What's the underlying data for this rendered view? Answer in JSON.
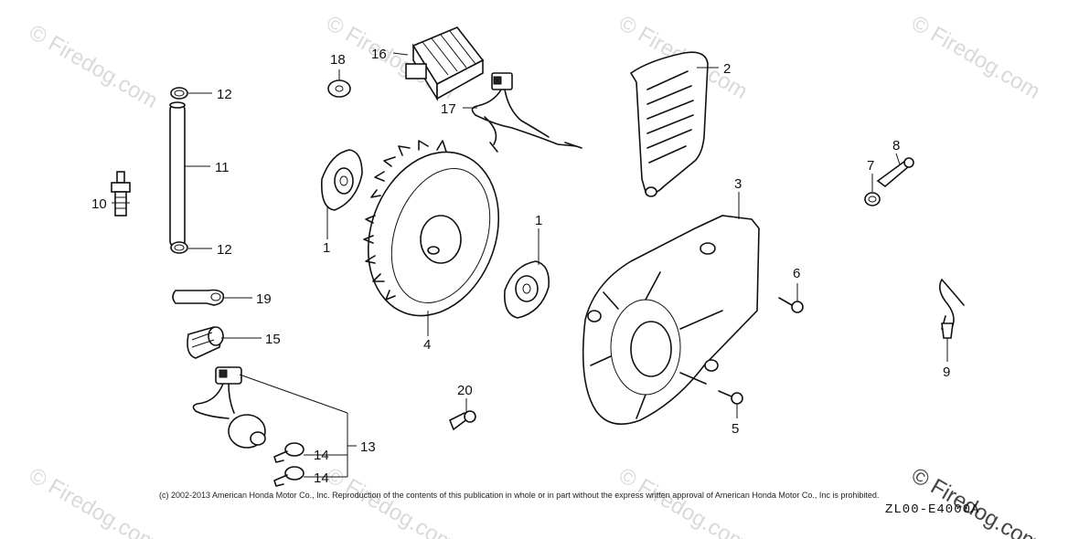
{
  "watermark": {
    "text": "© Firedog.com"
  },
  "callouts": {
    "c1a": "1",
    "c1b": "1",
    "c2": "2",
    "c3": "3",
    "c4": "4",
    "c5": "5",
    "c6": "6",
    "c7": "7",
    "c8": "8",
    "c9": "9",
    "c10": "10",
    "c11": "11",
    "c12a": "12",
    "c12b": "12",
    "c13": "13",
    "c14a": "14",
    "c14b": "14",
    "c15": "15",
    "c16": "16",
    "c17": "17",
    "c18": "18",
    "c19": "19",
    "c20": "20"
  },
  "footer": {
    "copyright": "(c) 2002-2013 American Honda Motor Co., Inc. Reproduction of the contents of this publication in whole or in part without the express written approval of American Honda Motor Co., Inc is prohibited.",
    "diagram_code": "ZL00-E4000A"
  }
}
